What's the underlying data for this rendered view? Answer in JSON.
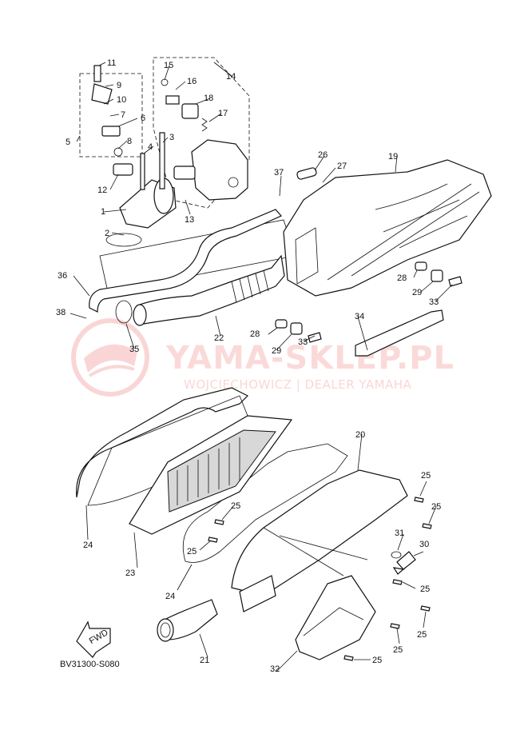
{
  "watermark": {
    "brand": "YAMA-SKLEP.PL",
    "tagline": "WOJCIECHOWICZ | DEALER YAMAHA"
  },
  "diagram_code": "BV31300-S080",
  "fwd_label": "FWD",
  "callouts": [
    {
      "n": "1"
    },
    {
      "n": "2"
    },
    {
      "n": "3"
    },
    {
      "n": "4"
    },
    {
      "n": "5"
    },
    {
      "n": "6"
    },
    {
      "n": "7"
    },
    {
      "n": "8"
    },
    {
      "n": "9"
    },
    {
      "n": "10"
    },
    {
      "n": "11"
    },
    {
      "n": "12"
    },
    {
      "n": "13"
    },
    {
      "n": "14"
    },
    {
      "n": "15"
    },
    {
      "n": "16"
    },
    {
      "n": "17"
    },
    {
      "n": "18"
    },
    {
      "n": "19"
    },
    {
      "n": "20"
    },
    {
      "n": "21"
    },
    {
      "n": "22"
    },
    {
      "n": "23"
    },
    {
      "n": "24"
    },
    {
      "n": "24"
    },
    {
      "n": "25"
    },
    {
      "n": "25"
    },
    {
      "n": "25"
    },
    {
      "n": "25"
    },
    {
      "n": "25"
    },
    {
      "n": "25"
    },
    {
      "n": "25"
    },
    {
      "n": "25"
    },
    {
      "n": "26"
    },
    {
      "n": "27"
    },
    {
      "n": "28"
    },
    {
      "n": "28"
    },
    {
      "n": "29"
    },
    {
      "n": "29"
    },
    {
      "n": "30"
    },
    {
      "n": "31"
    },
    {
      "n": "32"
    },
    {
      "n": "33"
    },
    {
      "n": "33"
    },
    {
      "n": "34"
    },
    {
      "n": "35"
    },
    {
      "n": "36"
    },
    {
      "n": "37"
    },
    {
      "n": "38"
    }
  ]
}
